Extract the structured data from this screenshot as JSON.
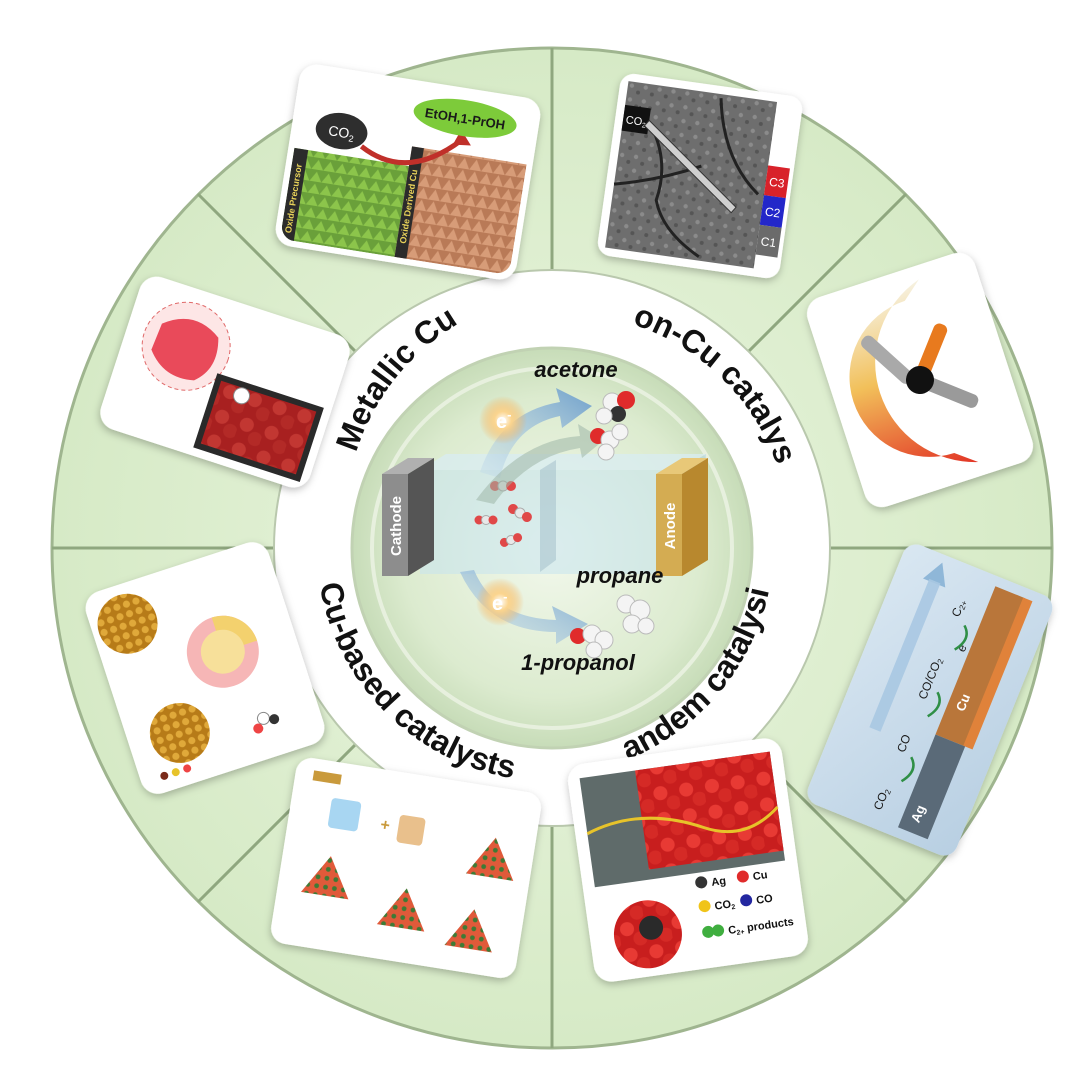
{
  "sections": {
    "metallic_cu": "Metallic Cu",
    "non_cu": "Non-Cu catalysts",
    "tandem": "Tandem catalysis",
    "cu_based": "Cu-based catalysts"
  },
  "center": {
    "cathode": "Cathode",
    "anode": "Anode",
    "electron": "e",
    "electron_sup": "-",
    "products": {
      "acetone": "acetone",
      "propane": "propane",
      "propanol": "1-propanol"
    }
  },
  "panels": {
    "metallic_top": {
      "co2": "CO",
      "co2_sub": "2",
      "product": "EtOH,1-PrOH",
      "left_label": "Oxide Precursor",
      "right_label": "Oxide Derived Cu"
    },
    "noncu_top": {
      "co2": "CO",
      "co2_sub": "2",
      "c3": "C3",
      "c2": "C2",
      "c1": "C1"
    },
    "tandem_right": {
      "co2": "CO",
      "co2_sub": "2",
      "co": "CO",
      "co_co2": "CO/CO",
      "co_co2_sub": "2",
      "c2": "C",
      "c2_sub": "2+",
      "ag": "Ag",
      "cu": "Cu",
      "e": "e"
    },
    "tandem_bottom": {
      "ag": "Ag",
      "cu": "Cu",
      "co2": "CO",
      "co2_sub": "2",
      "co": "CO",
      "c2": "C",
      "c2_sub": "2+",
      "products": "products"
    }
  }
}
